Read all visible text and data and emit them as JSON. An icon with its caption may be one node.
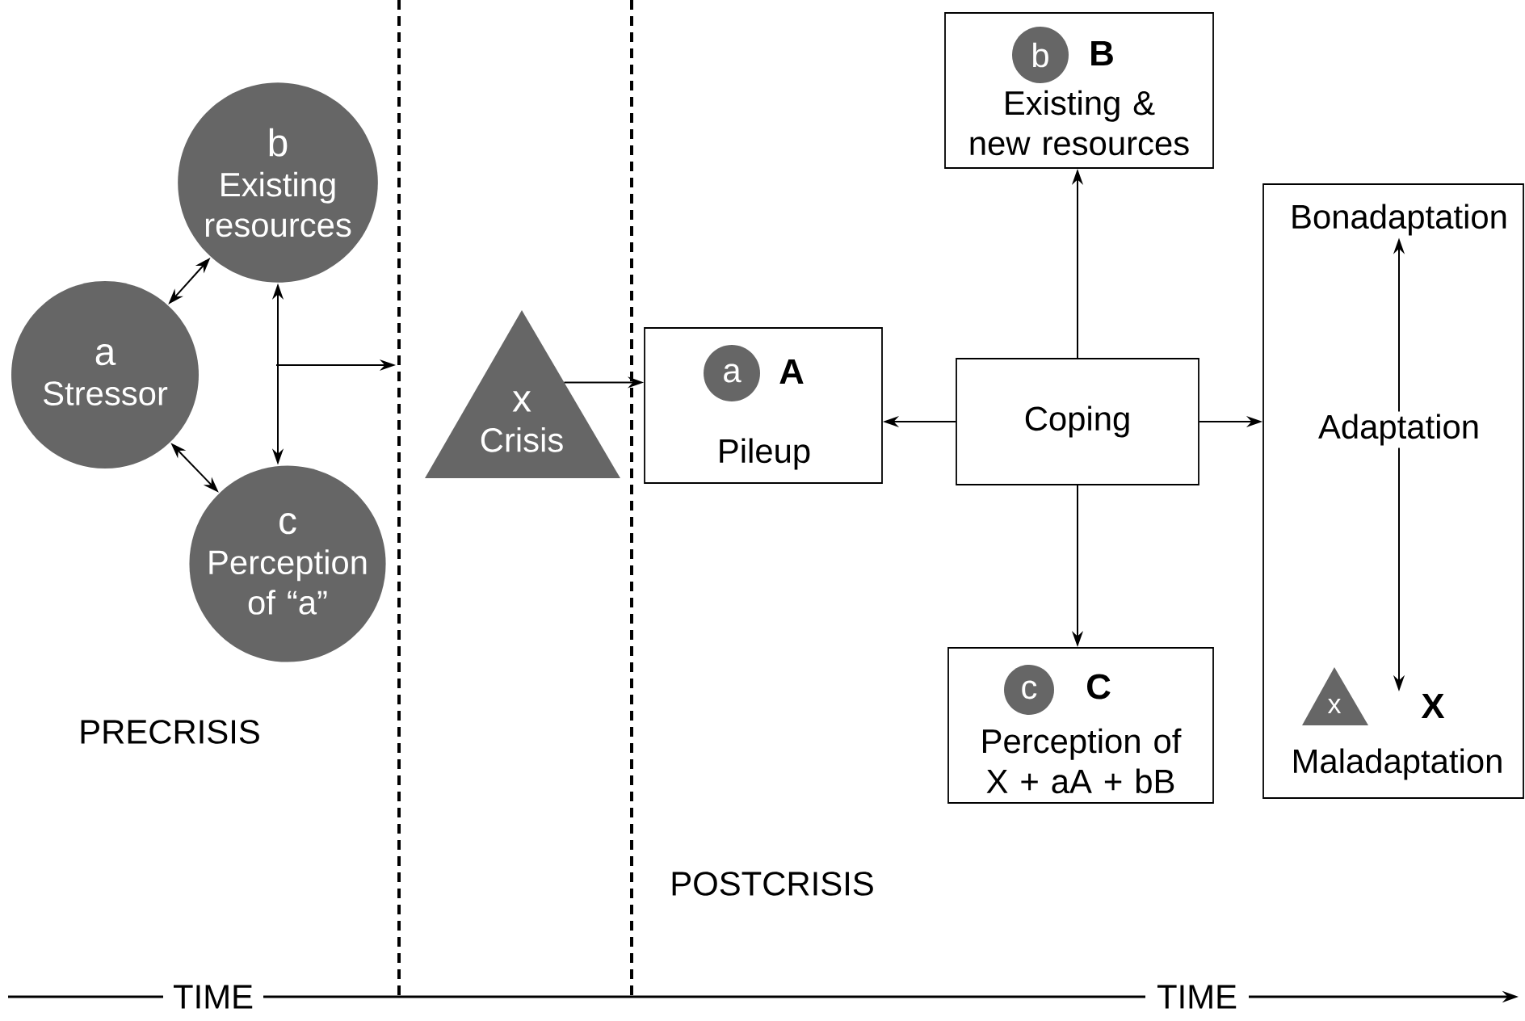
{
  "diagram": {
    "nodes": [
      {
        "text": [
          "a",
          "Stressor"
        ]
      },
      {
        "text": [
          "b",
          "Existing resources"
        ]
      },
      {
        "text": [
          "c",
          "Perception of “a”"
        ]
      },
      {
        "text": [
          "x",
          "Crisis"
        ]
      },
      {
        "text": [
          "A",
          "Pileup"
        ]
      },
      {
        "text": [
          "a"
        ],
        "in": 4
      },
      {
        "text": [
          "B",
          "Existing & new resources"
        ]
      },
      {
        "text": [
          "b"
        ],
        "in": 6
      },
      {
        "text": [
          "Coping"
        ]
      },
      {
        "text": [
          "C",
          "Perception of X + aA + bB"
        ]
      },
      {
        "text": [
          "c"
        ],
        "in": 9
      },
      {
        "text": [],
        "shape": "box"
      },
      {
        "text": [
          "Bonadaptation"
        ],
        "in": 11
      },
      {
        "text": [
          "Adaptation"
        ],
        "in": 11
      },
      {
        "text": [
          "x"
        ],
        "in": 11
      },
      {
        "text": [
          "X"
        ],
        "in": 11
      }
    ],
    "edges": [
      {
        "from": 0,
        "to": 1,
        "arrow": "both"
      },
      {
        "from": 0,
        "to": 2,
        "arrow": "both"
      },
      {
        "from": 1,
        "to": 2,
        "arrow": "both"
      },
      {
        "from": 3,
        "to": 4,
        "arrow": "to"
      },
      {
        "from": 8,
        "to": 4,
        "arrow": "to"
      },
      {
        "from": 8,
        "to": 6,
        "arrow": "to"
      },
      {
        "from": 8,
        "to": 9,
        "arrow": "to"
      },
      {
        "from": 8,
        "to": 11,
        "arrow": "to"
      },
      {
        "from": 13,
        "to": 12,
        "arrow": "to"
      },
      {
        "from": 13,
        "to": 15,
        "arrow": "to"
      }
    ],
    "labels": [
      "PRECRISIS",
      "Maladaptation",
      "POSTCRISIS",
      "TIME",
      "TIME"
    ]
  }
}
